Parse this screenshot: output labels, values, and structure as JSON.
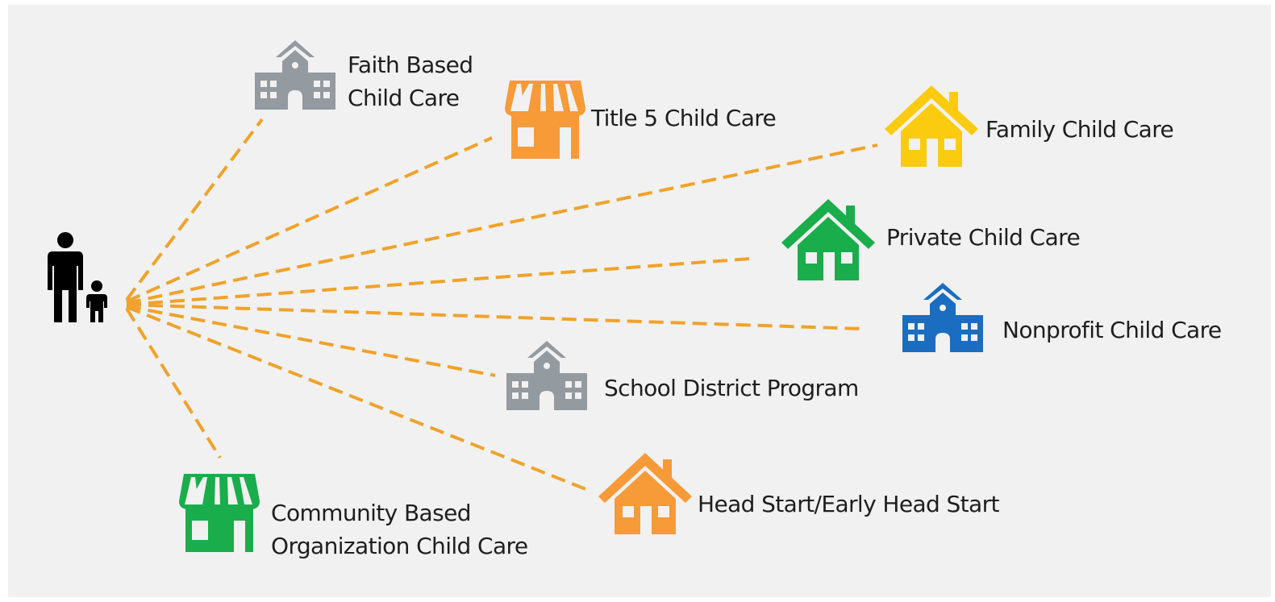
{
  "colors": {
    "panel_background": "#f1f1f1",
    "connector": "#f0a22a",
    "gray": "#939aa0",
    "orange": "#f79a38",
    "yellow": "#fbcb0f",
    "green": "#1aad4b",
    "blue": "#1a6dc1",
    "text": "#1e1e1e",
    "person": "#000000"
  },
  "diagram": {
    "center_icon": "parent-and-child-icon",
    "providers": [
      {
        "id": "faith-based",
        "lines": [
          "Faith Based",
          "Child Care"
        ],
        "icon": "school-building-icon",
        "color": "gray"
      },
      {
        "id": "title-5",
        "lines": [
          "Title 5 Child Care"
        ],
        "icon": "storefront-icon",
        "color": "orange"
      },
      {
        "id": "family",
        "lines": [
          "Family Child Care"
        ],
        "icon": "house-icon",
        "color": "yellow"
      },
      {
        "id": "private",
        "lines": [
          "Private Child Care"
        ],
        "icon": "house-icon",
        "color": "green"
      },
      {
        "id": "nonprofit",
        "lines": [
          "Nonprofit Child Care"
        ],
        "icon": "school-building-icon",
        "color": "blue"
      },
      {
        "id": "school-district",
        "lines": [
          "School District Program"
        ],
        "icon": "school-building-icon",
        "color": "gray"
      },
      {
        "id": "head-start",
        "lines": [
          "Head Start/Early Head Start"
        ],
        "icon": "house-icon",
        "color": "orange"
      },
      {
        "id": "community-based",
        "lines": [
          "Community Based",
          "Organization Child Care"
        ],
        "icon": "storefront-icon",
        "color": "green"
      }
    ]
  }
}
